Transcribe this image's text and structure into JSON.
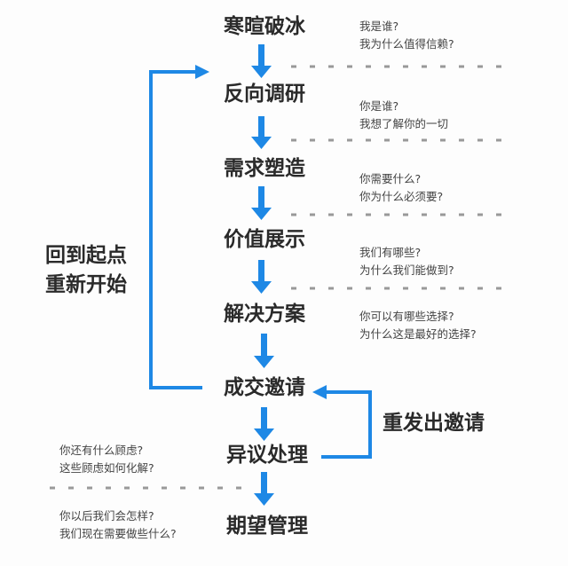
{
  "colors": {
    "accent": "#1e88e5",
    "text": "#2a2a2a",
    "question": "#444444",
    "dash": "#999999"
  },
  "steps": [
    "寒暄破冰",
    "反向调研",
    "需求塑造",
    "价值展示",
    "解决方案",
    "成交邀请",
    "异议处理",
    "期望管理"
  ],
  "questions": [
    [
      "我是谁?",
      "我为什么值得信赖?"
    ],
    [
      "你是谁?",
      "我想了解你的一切"
    ],
    [
      "你需要什么?",
      "你为什么必须要?"
    ],
    [
      "我们有哪些?",
      "为什么我们能做到?"
    ],
    [
      "你可以有哪些选择?",
      "为什么这是最好的选择?"
    ],
    [
      "你还有什么顾虑?",
      "这些顾虑如何化解?"
    ],
    [
      "你以后我们会怎样?",
      "我们现在需要做些什么?"
    ]
  ],
  "loop_left": [
    "回到起点",
    "重新开始"
  ],
  "loop_right": "重发出邀请"
}
